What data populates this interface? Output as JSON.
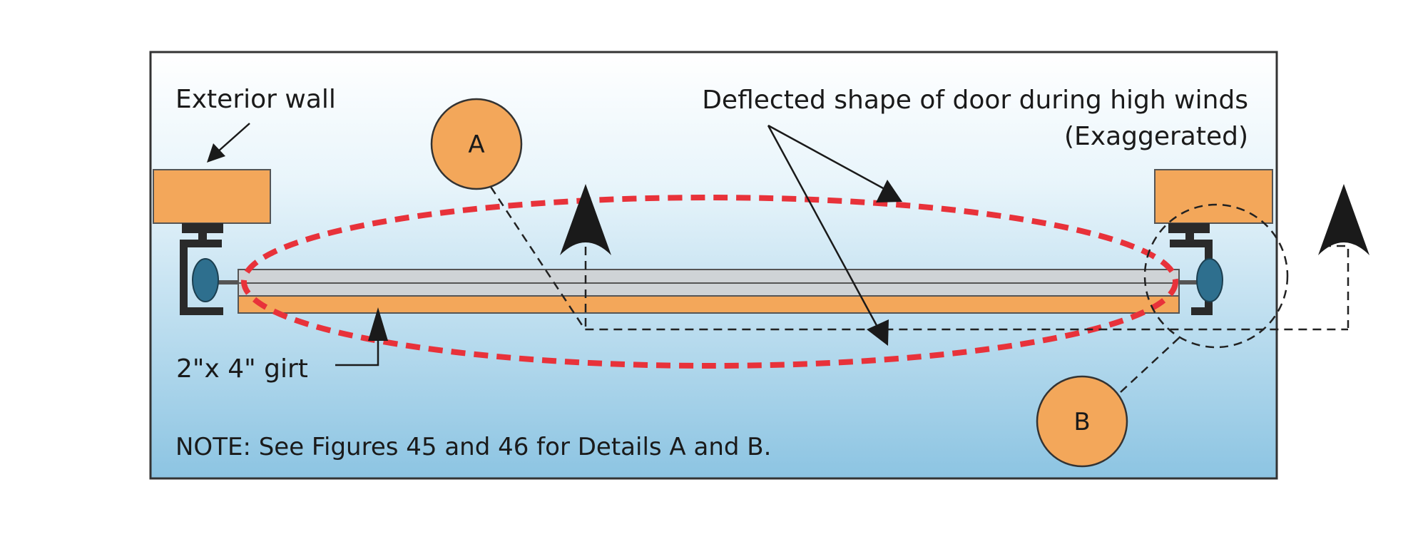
{
  "labels": {
    "exterior_wall": "Exterior wall",
    "deflected_line1": "Deflected shape of door during high winds",
    "deflected_line2": "(Exaggerated)",
    "girt": "2\"x 4\" girt",
    "note": "NOTE: See Figures 45 and 46 for Details A and B.",
    "detail_a": "A",
    "detail_b": "B"
  },
  "colors": {
    "panel_top": "#ffffff",
    "panel_bottom": "#8cc4e2",
    "wood": "#f3a75a",
    "door": "#cfd3d6",
    "deflection": "#e8323a",
    "roller": "#2e6f8e",
    "bracket": "#2a2a2a",
    "callout_fill": "#f3a75a"
  },
  "icons": {
    "wind_arrow": "wind-arrow-icon",
    "roller": "roller-icon",
    "bracket": "track-bracket-icon"
  }
}
